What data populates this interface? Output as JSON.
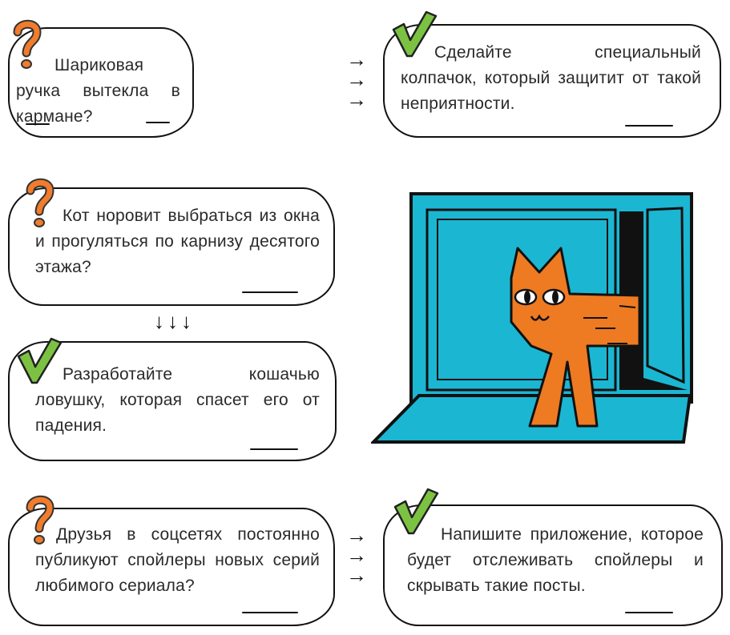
{
  "problems": [
    {
      "text": "Шариковая ручка вытекла в кармане?",
      "icon": "question-mark-icon"
    },
    {
      "text": "Кот норовит выбраться из окна и прогуляться по карнизу десятого этажа?",
      "icon": "question-mark-icon"
    },
    {
      "text": "Друзья в соцсетях постоянно публикуют спойлеры новых серий любимого сериала?",
      "icon": "question-mark-icon"
    }
  ],
  "solutions": [
    {
      "text": "Сделайте специальный колпачок, который защитит от такой неприятности.",
      "icon": "checkmark-icon"
    },
    {
      "text": "Разработайте кошачью ловушку, которая спасет его от падения.",
      "icon": "checkmark-icon"
    },
    {
      "text": "Напишите приложение, которое будет отслеживать спойлеры и скрывать такие посты.",
      "icon": "checkmark-icon"
    }
  ],
  "arrows": {
    "right": "→\n→\n→",
    "down": "↓↓↓"
  },
  "colors": {
    "question": "#f07c2c",
    "check": "#7cc242",
    "window": "#1bb6d2",
    "cat": "#ee7a22"
  }
}
